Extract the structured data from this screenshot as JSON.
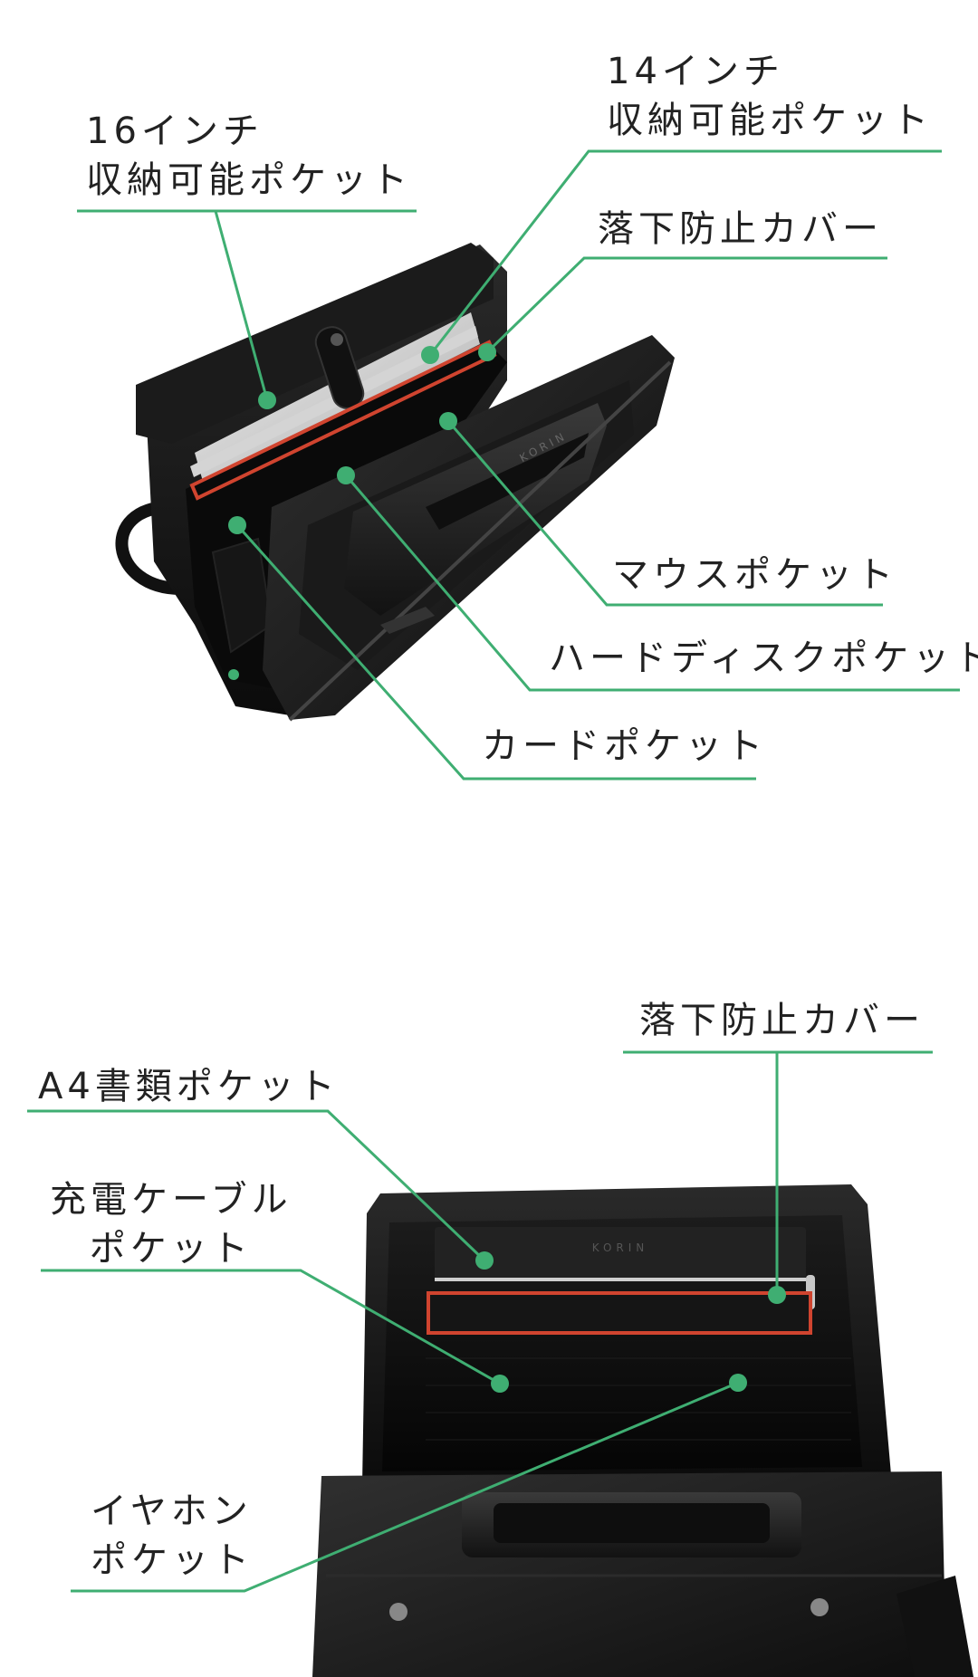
{
  "colors": {
    "leader": "#3fae72",
    "highlight": "#d0442f",
    "text": "#222222",
    "bag": "#141414"
  },
  "top_figure": {
    "callouts": {
      "pocket_16": [
        "16インチ",
        "収納可能ポケット"
      ],
      "pocket_14": [
        "14インチ",
        "収納可能ポケット"
      ],
      "drop_cover": "落下防止カバー",
      "mouse": "マウスポケット",
      "hdd": "ハードディスクポケット",
      "card": "カードポケット"
    },
    "brand_mark": "KORIN"
  },
  "bottom_figure": {
    "callouts": {
      "drop_cover": "落下防止カバー",
      "a4": "A4書類ポケット",
      "cable": [
        "充電ケーブル",
        "ポケット"
      ],
      "earphone": [
        "イヤホン",
        "ポケット"
      ]
    },
    "brand_mark": "KORIN"
  }
}
